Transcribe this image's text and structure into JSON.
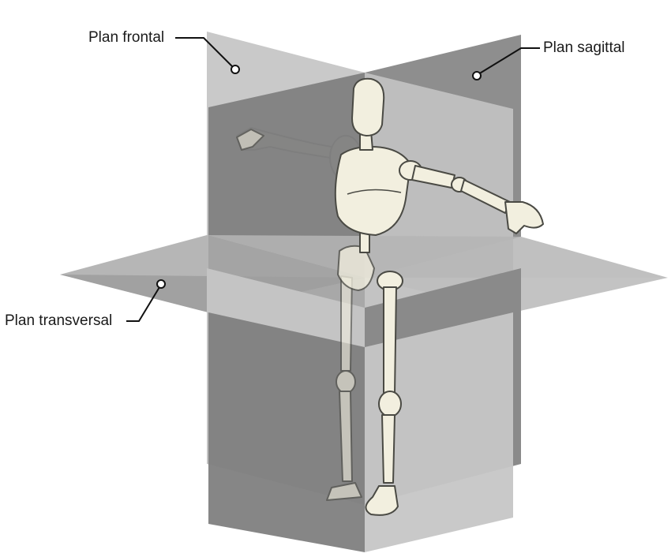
{
  "labels": {
    "frontal": "Plan frontal",
    "sagittal": "Plan sagittal",
    "transversal": "Plan transversal"
  },
  "colors": {
    "background": "#ffffff",
    "plane_dark": "#8a8a8a",
    "plane_mid": "#a6a6a6",
    "plane_light": "#cdcdcd",
    "bone": "#f2efdf",
    "bone_outline": "#4a4a44",
    "leader": "#111111"
  }
}
